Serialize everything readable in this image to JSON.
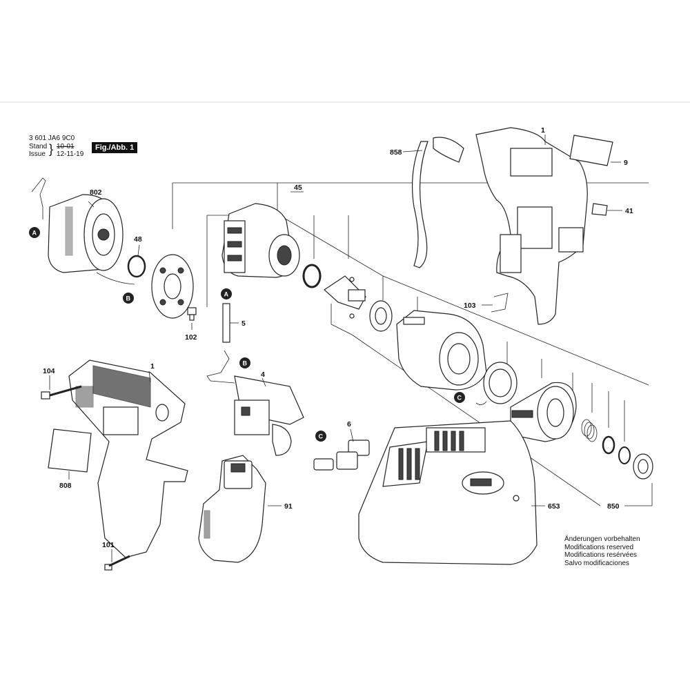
{
  "header": {
    "part_number": "3 601 JA6 9C0",
    "stand_label": "Stand",
    "issue_label": "Issue",
    "old_date": "10-01",
    "issue_date": "12-11-19",
    "figure_label": "Fig./Abb. 1"
  },
  "callouts": [
    "A",
    "B",
    "C"
  ],
  "part_numbers": [
    "1",
    "9",
    "41",
    "45",
    "48",
    "802",
    "102",
    "858",
    "103",
    "5",
    "4",
    "104",
    "808",
    "101",
    "91",
    "6",
    "653",
    "850"
  ],
  "notes": [
    "Änderungen vorbehalten",
    "Modifications reserved",
    "Modifications resérvées",
    "Salvo modificaciones"
  ]
}
